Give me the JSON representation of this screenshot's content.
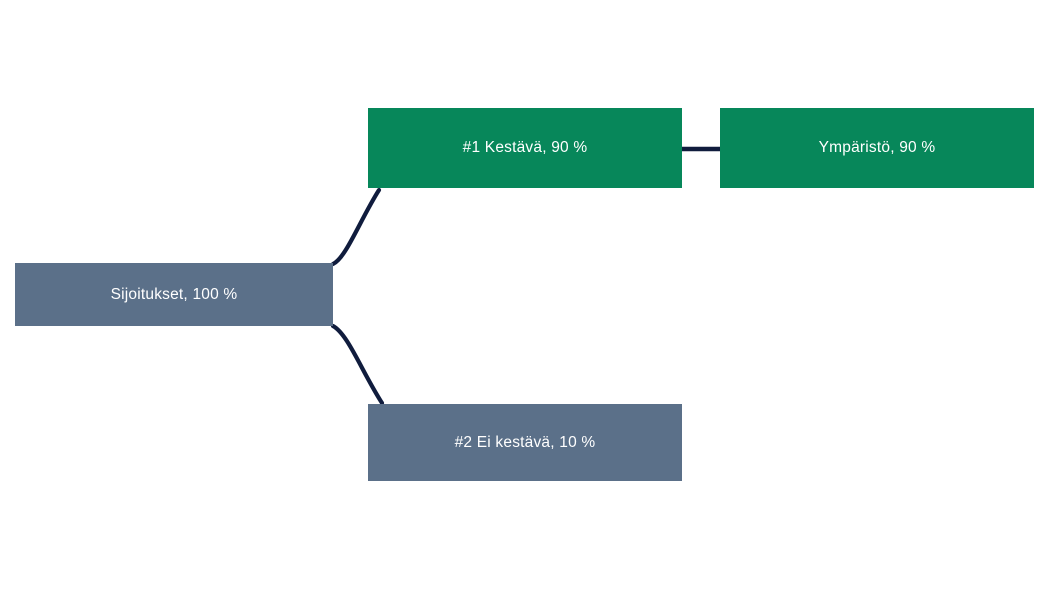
{
  "diagram": {
    "type": "tree-breakdown",
    "background_color": "#ffffff",
    "connector_color": "#101c3d",
    "text_color": "#ffffff",
    "nodes": [
      {
        "id": "root",
        "label": "Sijoitukset, 100 %",
        "name": "Sijoitukset",
        "value": "100 %",
        "color": "#5b7089",
        "level": 0
      },
      {
        "id": "branch-1",
        "label": "#1 Kestävä, 90 %",
        "name": "#1 Kestävä",
        "value": "90 %",
        "color": "#07875a",
        "level": 1
      },
      {
        "id": "branch-2",
        "label": "#2 Ei kestävä, 10 %",
        "name": "#2 Ei kestävä",
        "value": "10 %",
        "color": "#5b7089",
        "level": 1
      },
      {
        "id": "leaf-1",
        "label": "Ympäristö, 90 %",
        "name": "Ympäristö",
        "value": "90 %",
        "color": "#07875a",
        "level": 2
      }
    ],
    "edges": [
      {
        "id": "edge-root-branch1",
        "from": "root",
        "to": "branch-1",
        "style": "curved"
      },
      {
        "id": "edge-root-branch2",
        "from": "root",
        "to": "branch-2",
        "style": "curved"
      },
      {
        "id": "edge-branch1-leaf1",
        "from": "branch-1",
        "to": "leaf-1",
        "style": "straight"
      }
    ]
  }
}
